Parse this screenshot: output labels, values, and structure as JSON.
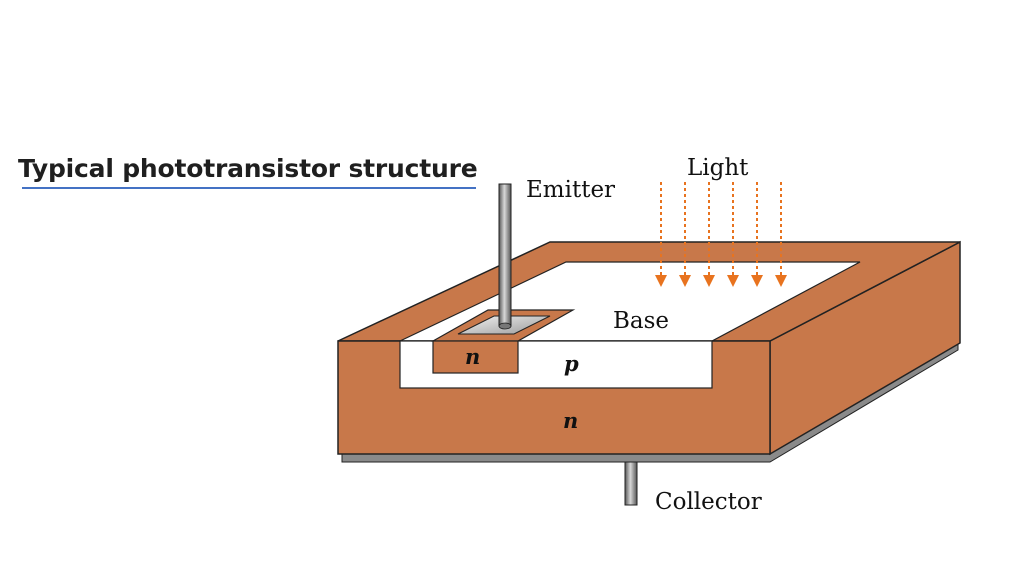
{
  "title": "Typical phototransistor structure",
  "labels": {
    "emitter": "Emitter",
    "light": "Light",
    "base": "Base",
    "emitter_region": "n",
    "base_region": "p",
    "collector_region": "n",
    "collector": "Collector"
  },
  "colors": {
    "semiconductor": "#c8784a",
    "light_arrows": "#e8731f",
    "title_underline": "#4472c4",
    "lead": "#9a9a9a"
  }
}
